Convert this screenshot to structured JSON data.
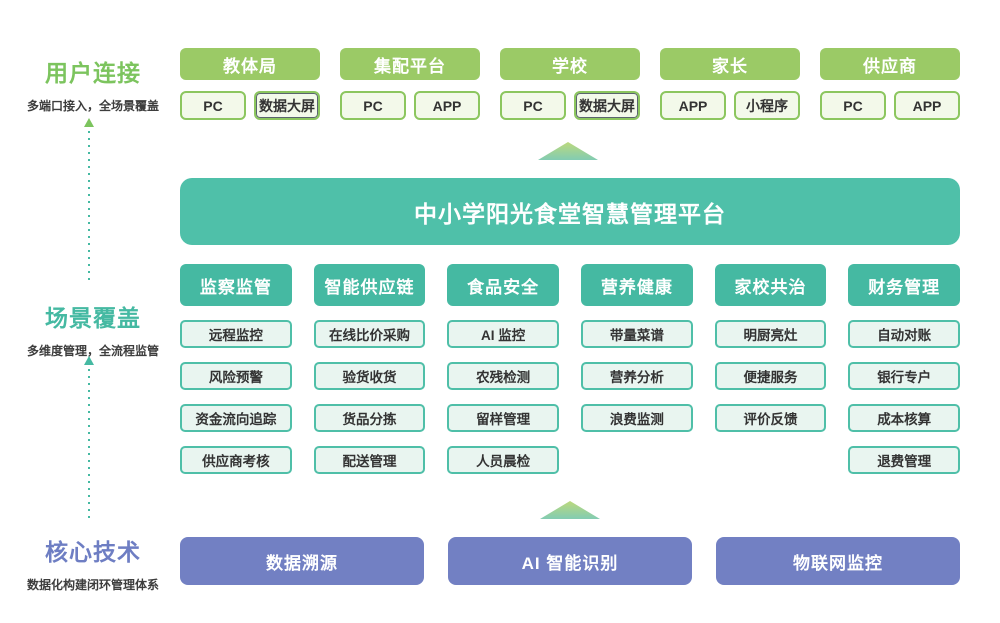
{
  "left_rail": {
    "user": {
      "title": "用户连接",
      "subtitle": "多端口接入，全场景覆盖"
    },
    "scene": {
      "title": "场景覆盖",
      "subtitle": "多维度管理，全流程监管"
    },
    "core": {
      "title": "核心技术",
      "subtitle": "数据化构建闭环管理体系"
    }
  },
  "user_connection": {
    "groups": [
      {
        "label": "教体局",
        "items": [
          "PC",
          "数据大屏"
        ]
      },
      {
        "label": "集配平台",
        "items": [
          "PC",
          "APP"
        ]
      },
      {
        "label": "学校",
        "items": [
          "PC",
          "数据大屏"
        ]
      },
      {
        "label": "家长",
        "items": [
          "APP",
          "小程序"
        ]
      },
      {
        "label": "供应商",
        "items": [
          "PC",
          "APP"
        ]
      }
    ]
  },
  "platform": {
    "title": "中小学阳光食堂智慧管理平台"
  },
  "scenes": {
    "columns": [
      {
        "label": "监察监管",
        "items": [
          "远程监控",
          "风险预警",
          "资金流向追踪",
          "供应商考核"
        ]
      },
      {
        "label": "智能供应链",
        "items": [
          "在线比价采购",
          "验货收货",
          "货品分拣",
          "配送管理"
        ]
      },
      {
        "label": "食品安全",
        "items": [
          "AI 监控",
          "农残检测",
          "留样管理",
          "人员晨检"
        ]
      },
      {
        "label": "营养健康",
        "items": [
          "带量菜谱",
          "营养分析",
          "浪费监测"
        ]
      },
      {
        "label": "家校共治",
        "items": [
          "明厨亮灶",
          "便捷服务",
          "评价反馈"
        ]
      },
      {
        "label": "财务管理",
        "items": [
          "自动对账",
          "银行专户",
          "成本核算",
          "退费管理"
        ]
      }
    ]
  },
  "core_tech": {
    "items": [
      "数据溯源",
      "AI 智能识别",
      "物联网监控"
    ]
  },
  "colors": {
    "green": "#7cc45e",
    "green-box": "#9bca66",
    "green-border": "#8cc65f",
    "green-item-bg": "#f3f9ea",
    "teal": "#45b9a2",
    "teal-banner": "#4fc0a9",
    "teal-item-bg": "#e9f5f0",
    "teal-border": "#4fbfa8",
    "purple": "#7280c3",
    "purple-text": "#6e7ec3",
    "dark-text": "#3d3d3d",
    "item-text": "#333333",
    "dark-outline": "#5a646e",
    "tri-top": "#bcd97c",
    "tri-bottom": "#82ccb3"
  }
}
